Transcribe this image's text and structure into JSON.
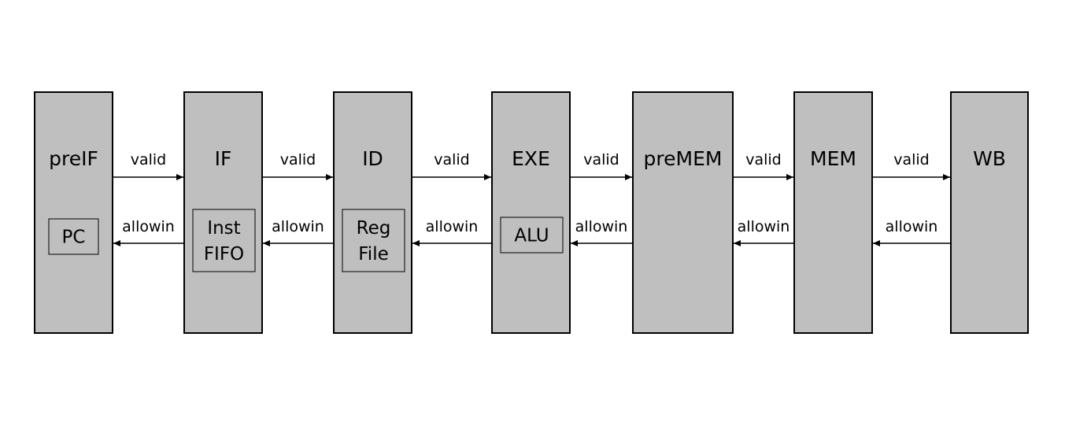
{
  "colors": {
    "stage_fill": "#bfbfbf",
    "stroke": "#000000",
    "background": "#ffffff"
  },
  "stages": [
    {
      "name": "preIF",
      "inner": [
        "PC"
      ]
    },
    {
      "name": "IF",
      "inner": [
        "Inst",
        "FIFO"
      ]
    },
    {
      "name": "ID",
      "inner": [
        "Reg",
        "File"
      ]
    },
    {
      "name": "EXE",
      "inner": [
        "ALU"
      ]
    },
    {
      "name": "preMEM",
      "inner": []
    },
    {
      "name": "MEM",
      "inner": []
    },
    {
      "name": "WB",
      "inner": []
    }
  ],
  "links": [
    {
      "forward": "valid",
      "backward": "allowin"
    },
    {
      "forward": "valid",
      "backward": "allowin"
    },
    {
      "forward": "valid",
      "backward": "allowin"
    },
    {
      "forward": "valid",
      "backward": "allowin"
    },
    {
      "forward": "valid",
      "backward": "allowin"
    },
    {
      "forward": "valid",
      "backward": "allowin"
    }
  ]
}
